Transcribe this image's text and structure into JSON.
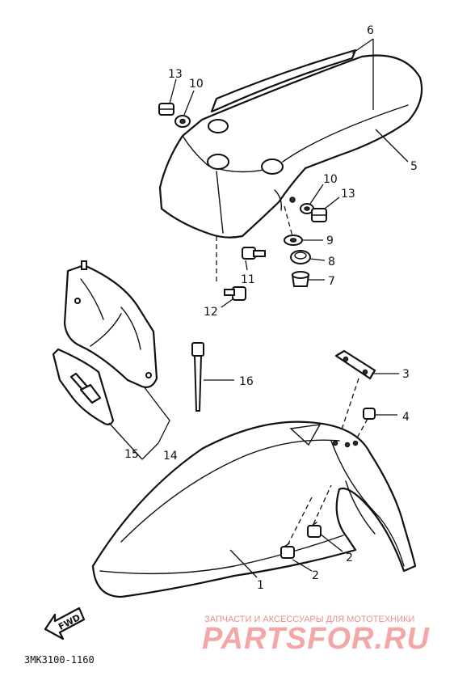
{
  "callouts": [
    {
      "id": "p1",
      "number": "1"
    },
    {
      "id": "p2a",
      "number": "2"
    },
    {
      "id": "p2b",
      "number": "2"
    },
    {
      "id": "p3",
      "number": "3"
    },
    {
      "id": "p4",
      "number": "4"
    },
    {
      "id": "p5",
      "number": "5"
    },
    {
      "id": "p6",
      "number": "6"
    },
    {
      "id": "p7",
      "number": "7"
    },
    {
      "id": "p8",
      "number": "8"
    },
    {
      "id": "p9",
      "number": "9"
    },
    {
      "id": "p10a",
      "number": "10"
    },
    {
      "id": "p10b",
      "number": "10"
    },
    {
      "id": "p11",
      "number": "11"
    },
    {
      "id": "p12",
      "number": "12"
    },
    {
      "id": "p13a",
      "number": "13"
    },
    {
      "id": "p13b",
      "number": "13"
    },
    {
      "id": "p14",
      "number": "14"
    },
    {
      "id": "p15",
      "number": "15"
    },
    {
      "id": "p16",
      "number": "16"
    }
  ],
  "fwd_label": "FWD",
  "diagram_code": "3MK3100-1160",
  "watermark": {
    "tagline": "ЗАПЧАСТИ И АКСЕССУАРЫ ДЛЯ МОТОТЕХНИКИ",
    "logo": "PARTSFOR.RU"
  }
}
